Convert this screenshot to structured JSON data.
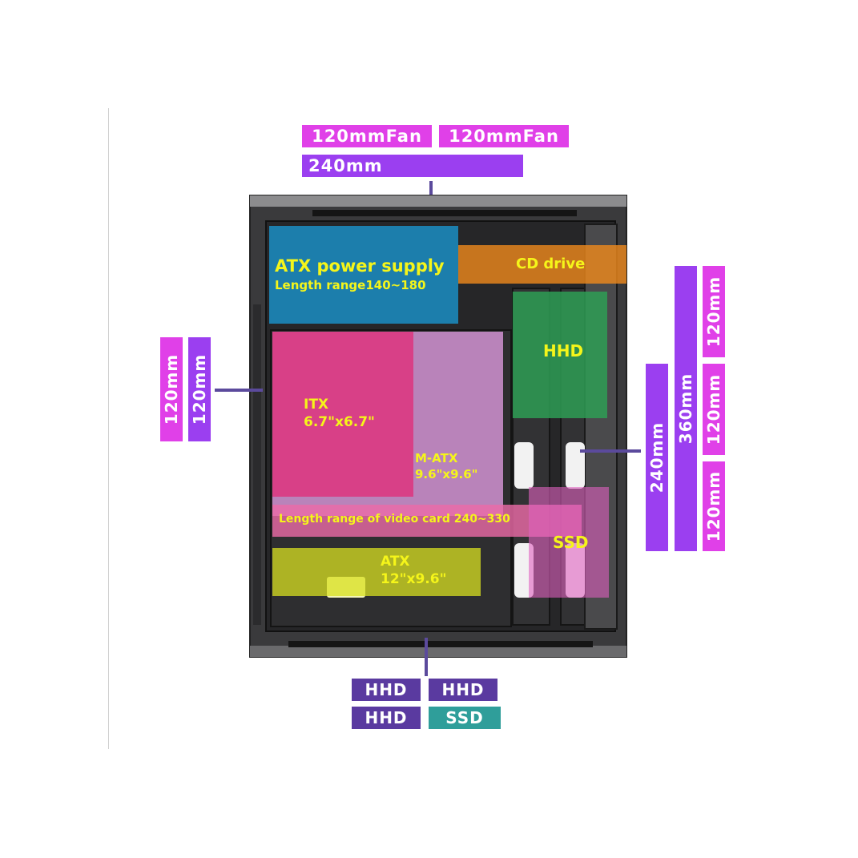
{
  "top": {
    "fan_1": "120mmFan",
    "fan_2": "120mmFan",
    "radiator": "240mm"
  },
  "left": {
    "fan_pink": "120mm",
    "fan_purple": "120mm"
  },
  "right": {
    "radiator_240": "240mm",
    "radiator_360": "360mm",
    "fan_a": "120mm",
    "fan_b": "120mm",
    "fan_c": "120mm"
  },
  "inside": {
    "psu_title": "ATX power supply",
    "psu_range": "Length range140~180",
    "cd_drive": "CD drive",
    "hhd": "HHD",
    "itx_name": "ITX",
    "itx_size": "6.7\"x6.7\"",
    "matx_name": "M-ATX",
    "matx_size": "9.6\"x9.6\"",
    "video_card": "Length range of video card 240~330",
    "ssd": "SSD",
    "atx_name": "ATX",
    "atx_size": "12\"x9.6\""
  },
  "bottom": {
    "hhd_1": "HHD",
    "hhd_2": "HHD",
    "hhd_3": "HHD",
    "ssd": "SSD"
  },
  "colors": {
    "pink_label": "#e040e8",
    "purple_label": "#9b3ff0",
    "dark_purple_label": "#5a3aa0",
    "teal_label": "#2f9e9a",
    "psu_overlay": "#1a9cd8",
    "cd_overlay": "#f08a1c",
    "hhd_overlay": "#2e9e55",
    "itx_overlay": "#e0307a",
    "matx_overlay": "#e8a0e8",
    "atx_overlay": "#d8e020",
    "ssd_overlay": "#e060c0",
    "overlay_text": "#f5f51a"
  }
}
